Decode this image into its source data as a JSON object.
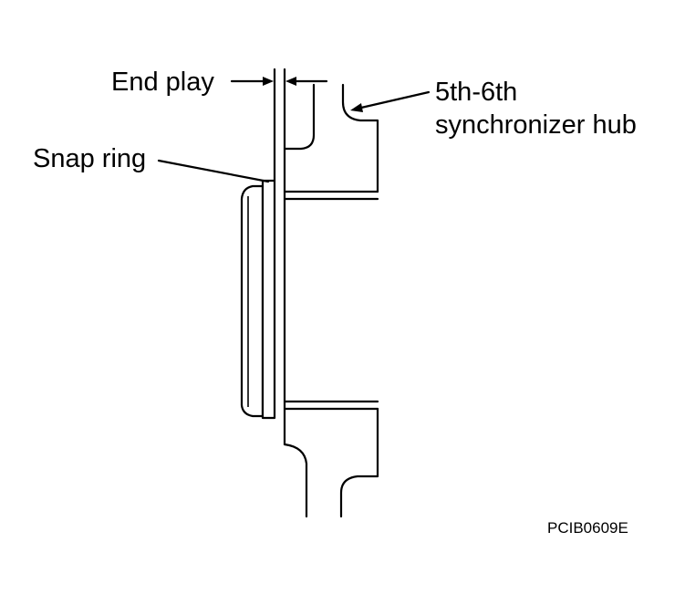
{
  "labels": {
    "end_play": "End play",
    "snap_ring": "Snap ring",
    "hub_line1": "5th-6th",
    "hub_line2": "synchronizer hub"
  },
  "figure_code": "PCIB0609E"
}
